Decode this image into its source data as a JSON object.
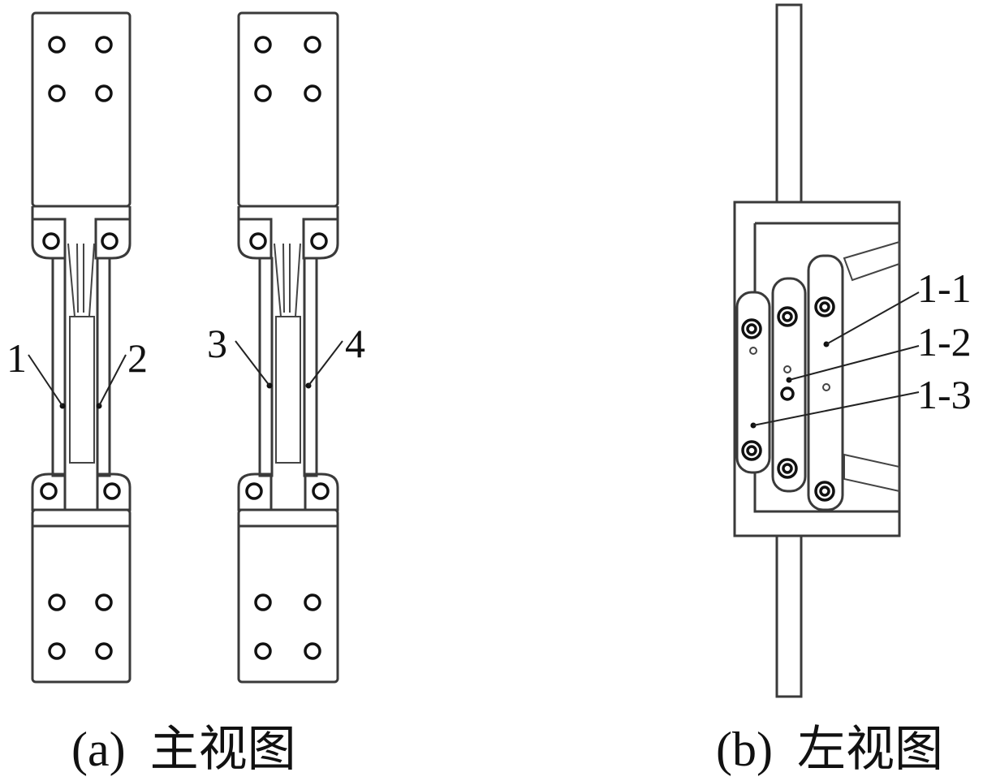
{
  "views": {
    "front": {
      "caption": "(a)  主视图",
      "labels": [
        "1",
        "2",
        "3",
        "4"
      ]
    },
    "side": {
      "caption": "(b)  左视图",
      "labels": [
        "1-1",
        "1-2",
        "1-3"
      ]
    }
  }
}
